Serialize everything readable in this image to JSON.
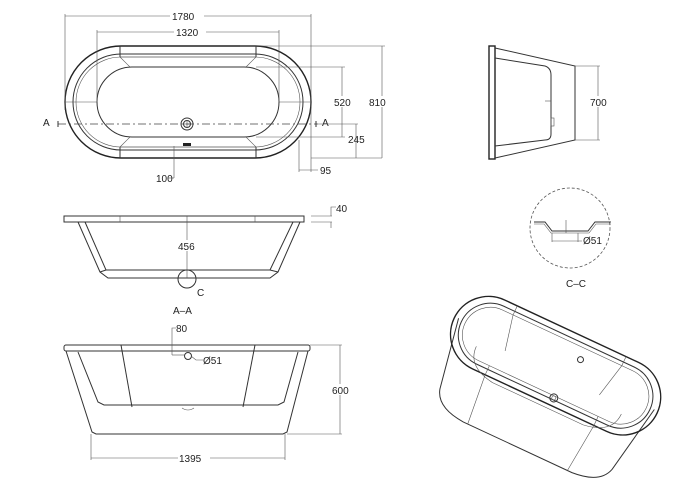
{
  "top_view": {
    "overall_length": "1780",
    "inner_length": "1320",
    "inner_width": "520",
    "overall_width": "810",
    "drain_offset": "245",
    "rim_width": "95",
    "overflow_offset": "100",
    "section_mark_left": "A",
    "section_mark_right": "A"
  },
  "end_view": {
    "height": "700"
  },
  "section_aa": {
    "depth": "456",
    "rim_thickness": "40",
    "detail_mark": "C",
    "caption": "A–A"
  },
  "detail_cc": {
    "drain_diameter": "Ø51",
    "caption": "C–C"
  },
  "front_view": {
    "overflow_height": "80",
    "overflow_diameter": "Ø51",
    "height": "600",
    "base_length": "1395"
  }
}
